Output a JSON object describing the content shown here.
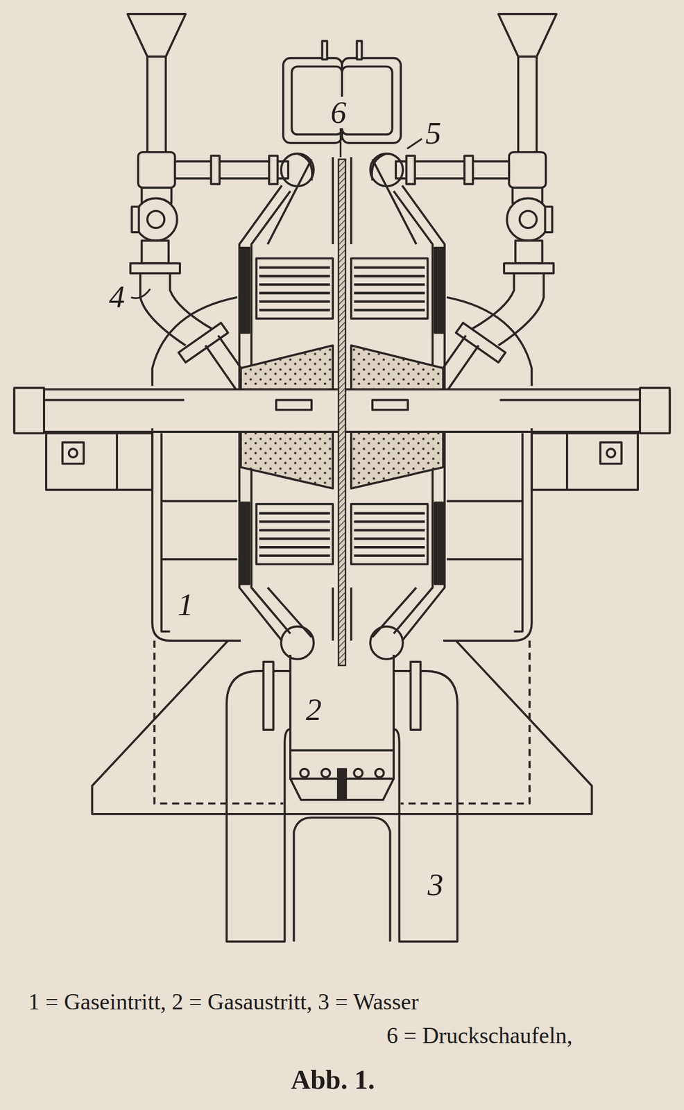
{
  "diagram": {
    "caption": "Abb. 1.",
    "labels": [
      "4",
      "5",
      "6",
      "1",
      "2",
      "3",
      "1 = Gaseintritt, 2 = Gasaustritt, 3 = Wasser",
      "6 = Druckschaufeln,"
    ]
  }
}
